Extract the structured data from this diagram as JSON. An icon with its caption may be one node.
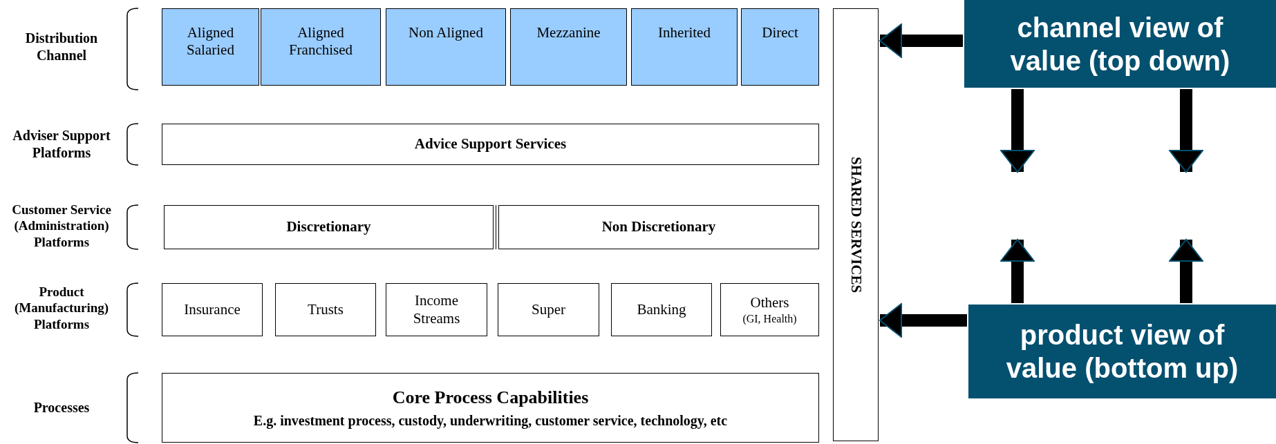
{
  "diagram": {
    "nodes": [
      {
        "text": [
          "Aligned Salaried"
        ]
      },
      {
        "text": [
          "Aligned Franchised"
        ]
      },
      {
        "text": [
          "Non Aligned"
        ]
      },
      {
        "text": [
          "Mezzanine"
        ]
      },
      {
        "text": [
          "Inherited"
        ]
      },
      {
        "text": [
          "Direct"
        ]
      },
      {
        "text": [
          "Advice Support Services"
        ]
      },
      {
        "text": [
          "Discretionary"
        ]
      },
      {
        "text": [
          "Non Discretionary"
        ]
      },
      {
        "text": [
          "Insurance"
        ]
      },
      {
        "text": [
          "Trusts"
        ]
      },
      {
        "text": [
          "Income Streams"
        ]
      },
      {
        "text": [
          "Super"
        ]
      },
      {
        "text": [
          "Banking"
        ]
      },
      {
        "text": [
          "Others",
          "(GI, Health)"
        ]
      },
      {
        "text": [
          "Core Process Capabilities",
          "E.g. investment process, custody, underwriting, customer service, technology, etc"
        ]
      },
      {
        "text": [
          "SHARED SERVICES"
        ]
      },
      {
        "text": [
          "channel view of value (top down)"
        ]
      },
      {
        "text": [
          "product view of value (bottom up)"
        ]
      }
    ],
    "edges": [
      {
        "from": 17,
        "to": 16,
        "arrow": "to"
      },
      {
        "from": 17,
        "to": null,
        "arrow": "to"
      },
      {
        "from": 17,
        "to": null,
        "arrow": "to"
      },
      {
        "from": 18,
        "to": null,
        "arrow": "to"
      },
      {
        "from": 18,
        "to": null,
        "arrow": "to"
      },
      {
        "from": 18,
        "to": 16,
        "arrow": "to"
      }
    ],
    "labels": [
      "Distribution Channel",
      "Adviser Support Platforms",
      "Customer Service (Administration) Platforms",
      "Product (Manufacturing) Platforms",
      "Processes"
    ]
  }
}
